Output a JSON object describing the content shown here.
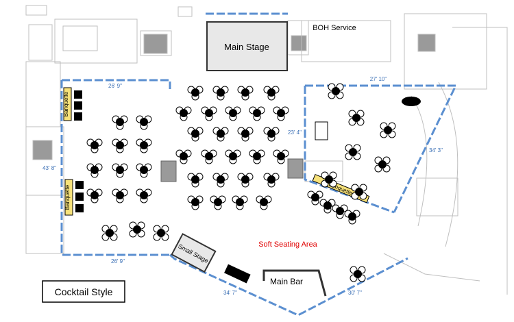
{
  "labels": {
    "main_stage": "Main Stage",
    "boh_service": "BOH Service",
    "soft_seating": "Soft Seating Area",
    "small_stage": "Small Stage",
    "main_bar": "Main Bar",
    "cocktail_style": "Cocktail Style",
    "banquette_top": "Banquette",
    "banquette_mid": "Banquette",
    "banquette_right": "Banquette"
  },
  "dimensions": {
    "top_left": "26' 9\"",
    "top_right": "27' 10\"",
    "left_side": "43' 8\"",
    "bottom_left": "26' 9\"",
    "mid_wall": "23' 4\"",
    "right_side": "34' 3\"",
    "bottom_mid": "34' 7\"",
    "bottom_right": "30' 7\""
  },
  "colors": {
    "wall_dashed": "#5b8fd0",
    "dimension_text": "#3a6fb5",
    "soft_seating_text": "#e00000",
    "banquette_fill": "#f7e27a",
    "stage_fill": "#e8e8e8"
  }
}
